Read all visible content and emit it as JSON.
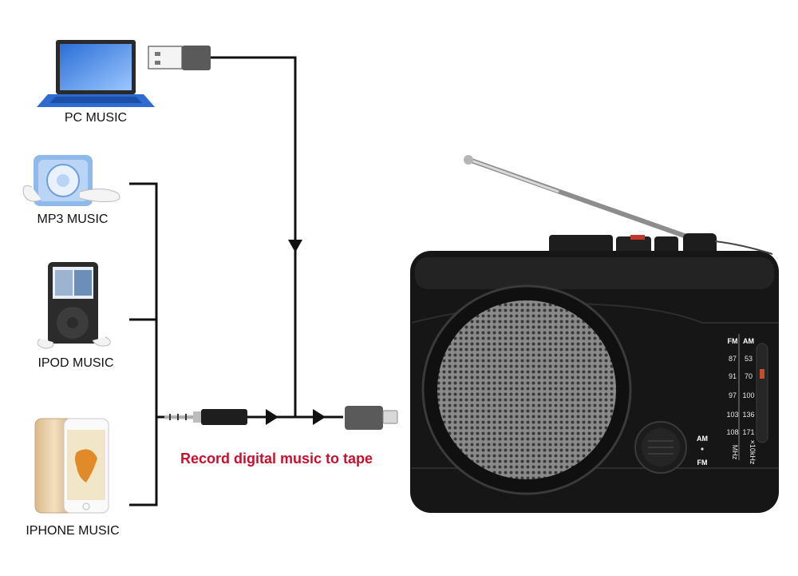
{
  "sources": {
    "pc": {
      "label": "PC MUSIC",
      "icon": "laptop-icon"
    },
    "mp3": {
      "label": "MP3 MUSIC",
      "icon": "mp3-player-icon"
    },
    "ipod": {
      "label": "IPOD MUSIC",
      "icon": "ipod-icon"
    },
    "iphone": {
      "label": "IPHONE MUSIC",
      "icon": "iphone-icon"
    }
  },
  "caption": "Record digital music to tape",
  "device": {
    "name": "cassette-radio-player",
    "dial": {
      "fm_header": "FM",
      "am_header": "AM",
      "fm_values": [
        "87",
        "91",
        "97",
        "103",
        "108"
      ],
      "am_values": [
        "53",
        "70",
        "100",
        "136",
        "171"
      ],
      "fm_unit": "MHz",
      "am_unit": "×10kHz",
      "band_am": "AM",
      "band_fm": "FM"
    }
  },
  "colors": {
    "caption": "#c8102e",
    "line": "#111111",
    "device": "#161616"
  }
}
